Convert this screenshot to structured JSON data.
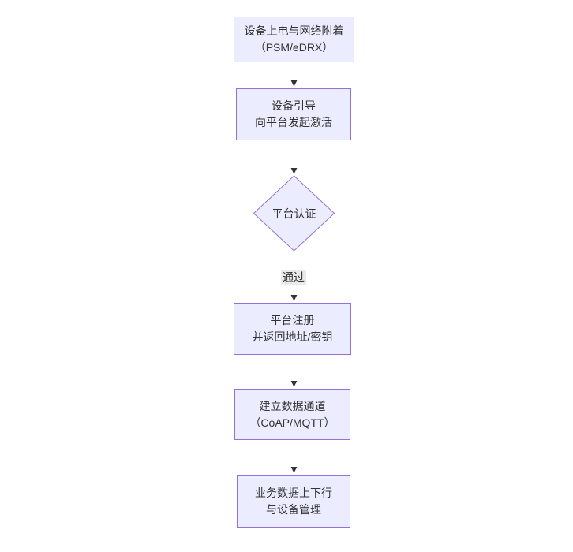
{
  "diagram": {
    "type": "flowchart",
    "direction": "top-down",
    "colors": {
      "node_fill": "#ECECFF",
      "node_border": "#9370DB",
      "text": "#333333",
      "edge": "#333333",
      "edge_label_bg": "#e8e8e8",
      "background": "#ffffff"
    },
    "nodes": [
      {
        "id": "power-attach",
        "shape": "rect",
        "lines": [
          "设备上电与网络附着",
          "（PSM/eDRX）"
        ]
      },
      {
        "id": "bootstrap",
        "shape": "rect",
        "lines": [
          "设备引导",
          "向平台发起激活"
        ]
      },
      {
        "id": "platform-auth",
        "shape": "diamond",
        "lines": [
          "平台认证"
        ]
      },
      {
        "id": "platform-register",
        "shape": "rect",
        "lines": [
          "平台注册",
          "并返回地址/密钥"
        ]
      },
      {
        "id": "data-channel",
        "shape": "rect",
        "lines": [
          "建立数据通道",
          "（CoAP/MQTT）"
        ]
      },
      {
        "id": "business-data",
        "shape": "rect",
        "lines": [
          "业务数据上下行",
          "与设备管理"
        ]
      }
    ],
    "edges": [
      {
        "from": "power-attach",
        "to": "bootstrap",
        "label": ""
      },
      {
        "from": "bootstrap",
        "to": "platform-auth",
        "label": ""
      },
      {
        "from": "platform-auth",
        "to": "platform-register",
        "label": "通过"
      },
      {
        "from": "platform-register",
        "to": "data-channel",
        "label": ""
      },
      {
        "from": "data-channel",
        "to": "business-data",
        "label": ""
      }
    ]
  }
}
